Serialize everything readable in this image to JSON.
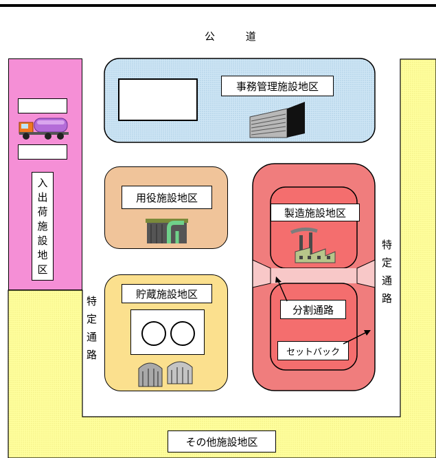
{
  "road": {
    "label_1": "公",
    "label_2": "道"
  },
  "zones": {
    "office": {
      "label": "事務管理施設地区"
    },
    "shipping": {
      "label": [
        "入",
        "出",
        "荷",
        "施",
        "設",
        "地",
        "区"
      ]
    },
    "utility": {
      "label": "用役施設地区"
    },
    "storage": {
      "label": "貯蔵施設地区"
    },
    "manufacturing": {
      "label": "製造施設地区",
      "split_path": "分割通路",
      "setback": "セットバック"
    },
    "other": {
      "label": "その他施設地区"
    }
  },
  "special_path": {
    "label": [
      "特",
      "定",
      "通",
      "路"
    ]
  },
  "colors": {
    "office_fill": "#c6dff0",
    "shipping_fill": "#f58fd6",
    "utility_fill": "#f0c49a",
    "storage_fill": "#fbe08e",
    "manufacturing_fill": "#f07d7d",
    "other_fill": "#ffff99",
    "path_fill": "#f8c8c8"
  }
}
